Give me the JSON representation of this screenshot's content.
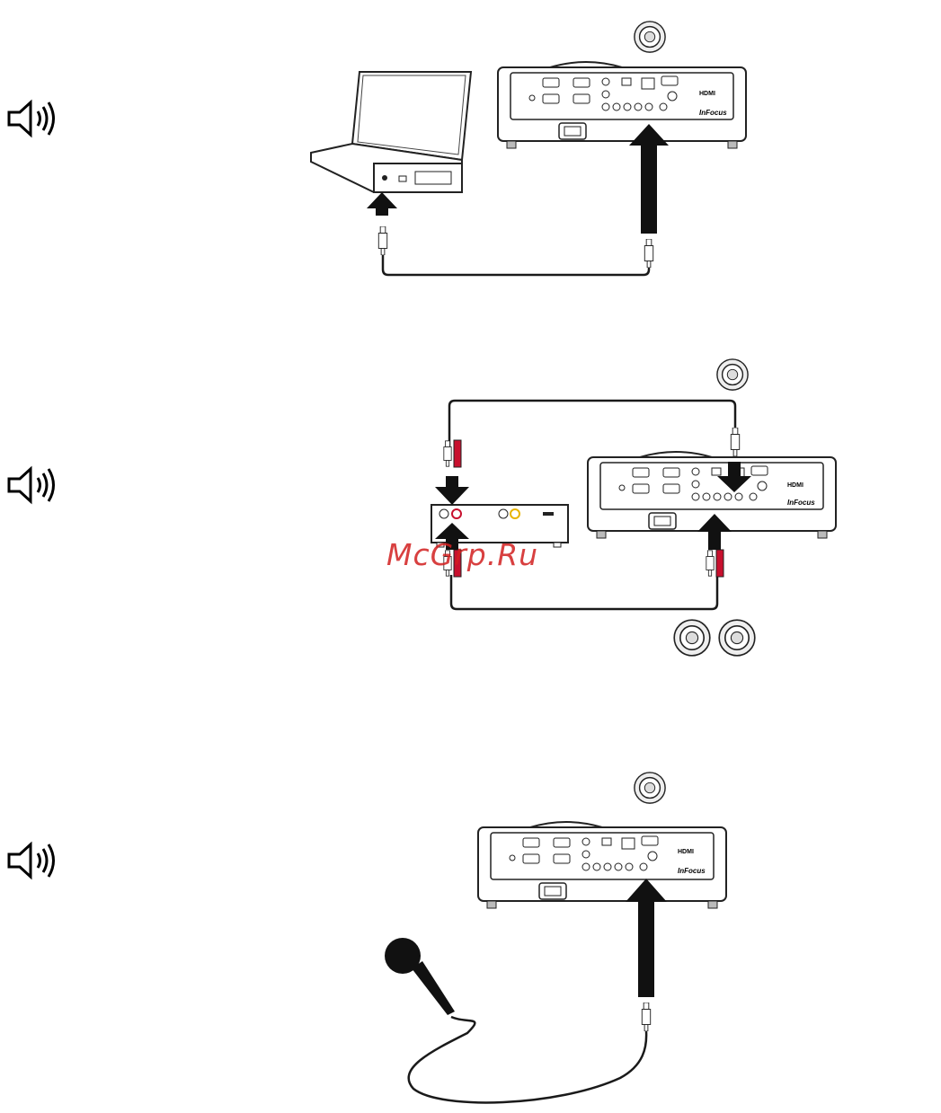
{
  "page": {
    "background": "#ffffff"
  },
  "colors": {
    "line": "#1a1a1a",
    "arrow": "#111111",
    "rca_red": "#c8102e",
    "rca_yellow": "#e8b400",
    "watermark": "#d21f1f"
  },
  "icons": {
    "speaker": "speaker-icon",
    "laptop": "laptop-icon",
    "projector": "projector-icon",
    "av_device": "av-device-icon",
    "microphone": "microphone-icon",
    "connector": "audio-jack-icon"
  },
  "projector_labels": {
    "brand": "InFocus",
    "hdmi": "HDMI"
  },
  "watermark": {
    "text": "McGrp.Ru"
  }
}
